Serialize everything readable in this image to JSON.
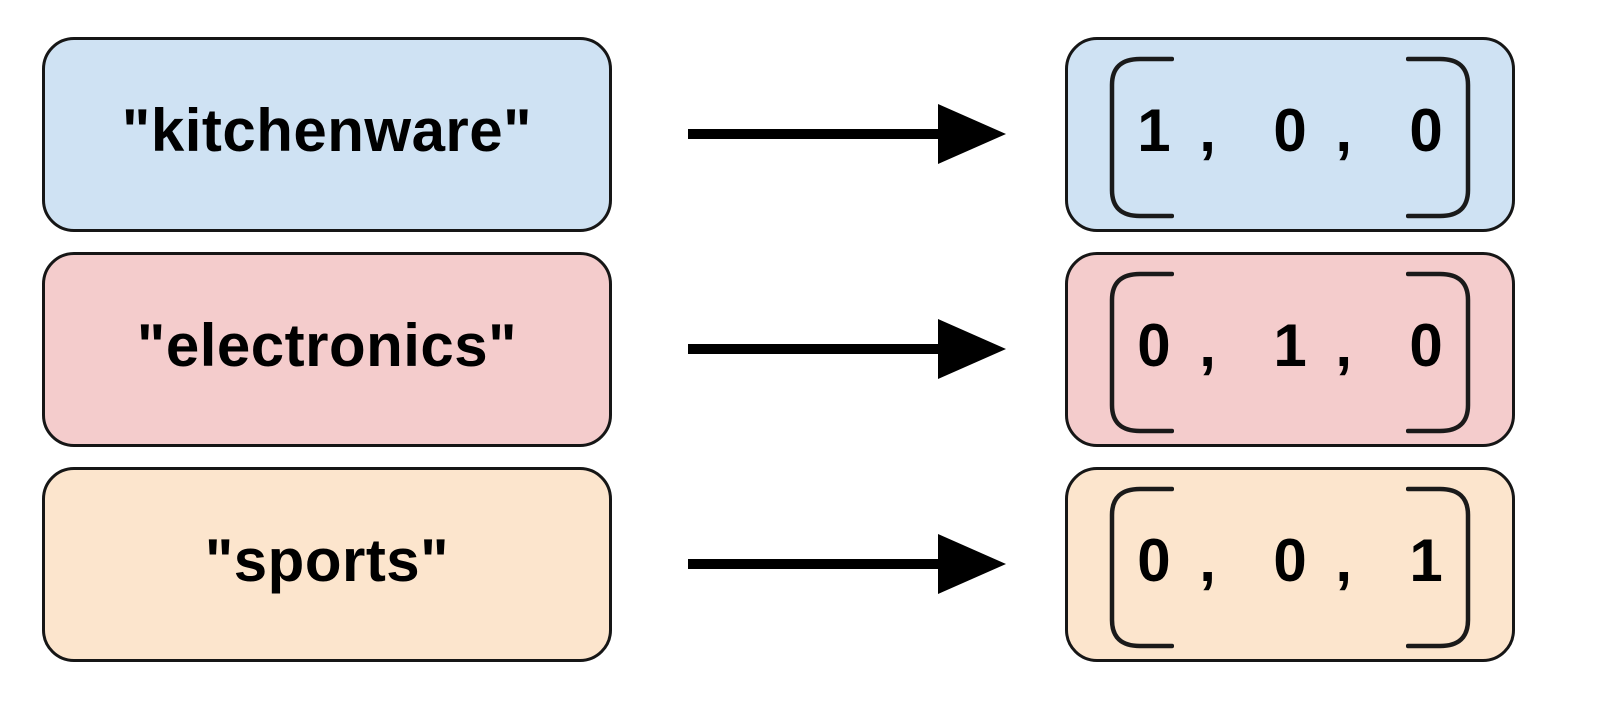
{
  "diagram": {
    "description": "one-hot encoding of category strings into vectors"
  },
  "colors": {
    "background": "#ffffff",
    "arrow": "#000000",
    "bracket": "#1a1a1a",
    "text": "#000000",
    "box_border": "#161616",
    "category_blue": "#cfe2f3",
    "category_pink": "#f4cccc",
    "category_peach": "#fce5cd"
  },
  "icons": {
    "arrow_right": "arrow-right-icon",
    "bracket_left": "left-bracket-icon",
    "bracket_right": "right-bracket-icon"
  },
  "rows": [
    {
      "label": "\"kitchenware\"",
      "vector_display": "1 ,  0 ,  0",
      "values": [
        1,
        0,
        0
      ],
      "fill": "#cfe2f3"
    },
    {
      "label": "\"electronics\"",
      "vector_display": "0 ,  1 ,  0",
      "values": [
        0,
        1,
        0
      ],
      "fill": "#f4cccc"
    },
    {
      "label": "\"sports\"",
      "vector_display": "0 ,  0 ,  1",
      "values": [
        0,
        0,
        1
      ],
      "fill": "#fce5cd"
    }
  ]
}
